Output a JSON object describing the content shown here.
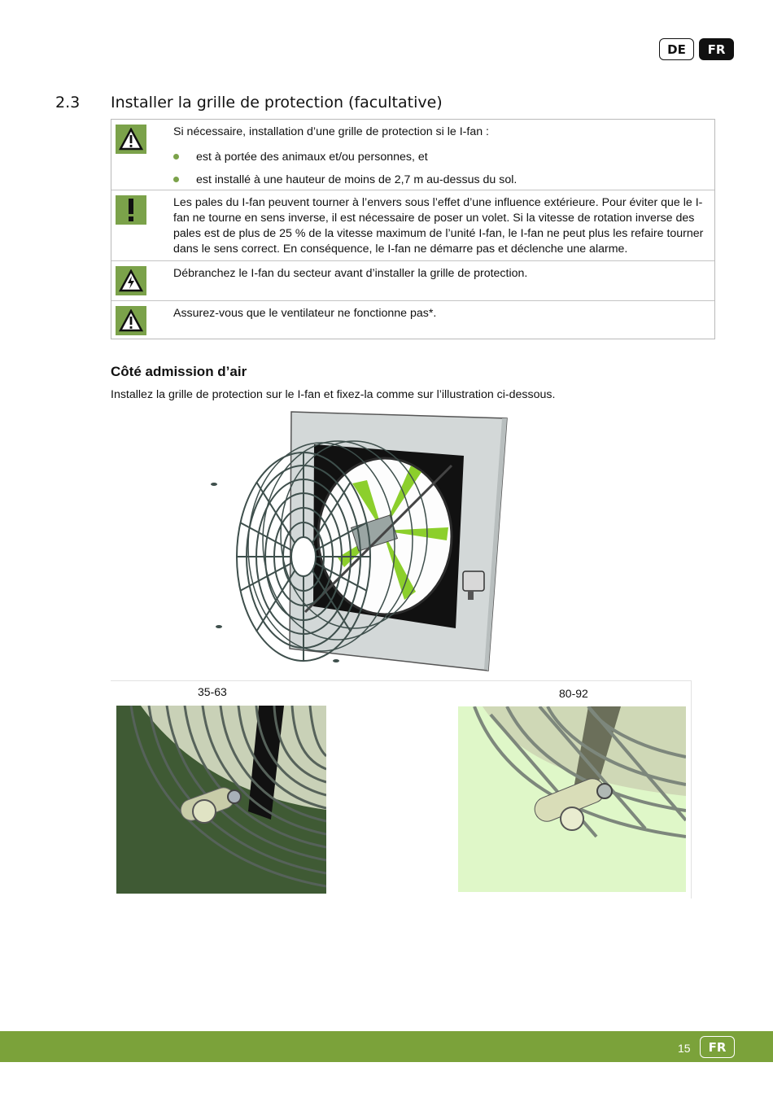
{
  "lang": {
    "de": "DE",
    "fr": "FR"
  },
  "section": {
    "number": "2.3",
    "title": "Installer la grille de protection (facultative)"
  },
  "notices": [
    {
      "icon": "warning-triangle-icon",
      "intro": "Si nécessaire, installation d’une grille de protection si le I-fan :",
      "bullets": [
        "est à portée des animaux et/ou personnes, et",
        "est installé à une hauteur de moins de 2,7 m au-dessus du sol."
      ]
    },
    {
      "icon": "exclamation-icon",
      "text": "Les pales du I-fan peuvent tourner à l’envers sous l’effet d’une influence extérieure. Pour éviter que le I-fan ne tourne en sens inverse, il est nécessaire de poser un volet. Si la vitesse de rotation inverse des pales est de plus de 25 % de la vitesse maximum de l’unité I-fan, le I-fan ne peut plus les refaire tourner dans le sens correct. En conséquence, le I-fan ne démarre pas et déclenche une alarme."
    },
    {
      "icon": "electrical-hazard-icon",
      "text": "Débranchez le I-fan du secteur avant d’installer la grille de protection."
    },
    {
      "icon": "warning-triangle-icon",
      "text": "Assurez-vous que le ventilateur ne fonctionne pas*."
    }
  ],
  "subsection": {
    "heading": "Côté admission d’air",
    "text": "Installez la grille de protection sur le I-fan et fixez-la comme sur l’illustration ci-dessous."
  },
  "details": {
    "left_label": "35-63",
    "right_label": "80-92"
  },
  "footer": {
    "page": "15",
    "lang": "FR"
  },
  "colors": {
    "accent": "#7ba23a",
    "blade_green": "#8ccf2c",
    "frame_grey": "#d3d8d8",
    "grille": "#3e4f4c"
  }
}
